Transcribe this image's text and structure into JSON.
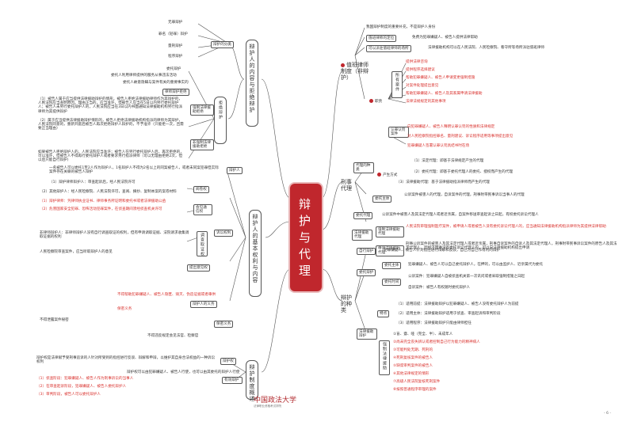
{
  "center_title": "辩护与代理",
  "top_left": {
    "title": "辩护人的内容与拒绝辩护",
    "kinds_label": "辩护的分类",
    "kinds": [
      "无罪辩护",
      "罪名（轻罪）辩护",
      "量刑辩护",
      "程序辩护"
    ],
    "entrust_label": "委托辩护",
    "entrust_items": [
      "委托事项告知",
      "委托人利用律师提供的服务从事违法活动",
      "委托人故意隐瞒与案件有关的重要事实的"
    ],
    "refuse_label": "拒绝辩护",
    "mandatory_label": "律师辩护拒绝",
    "mandatory_text": "（1）被告人属于应当提供法律援助辩护的情形，被告人拒绝法律援助律师作为其辩护的，人民法院应当查明原因。理由正当的，应当准许，但被告人应当在5日以内另行委托辩护人；被告人未另行委托辩护人的，人民法院应当在3日以内书面通知法律援助机构另行指派律师为其提供辩护",
    "mandatory_text2": "（2）属于应当提供法律援助辩护情形的，被告人拒绝法律援助机构指派的律师为其辩护，人民法院同意的，重新开庭后被告人再次拒绝辩护人辩护的，不予准许（只能拒一次，且需要正当理由）",
    "strong_label": "强制法律援助拒绝",
    "non_strong_label": "非强制法律援助拒绝",
    "non_strong_text": "如果被告人拒绝辩护人的，人民法院应当准许；被告人在另行委托辩护人后，再次拒绝的，可以准许，但被告人不得再行委托辩护人或者要求另行指派律师（可以无理由拒绝2次，但以后只能自行辩护）"
  },
  "top_right": {
    "title": "值班律师制度（非辩护）",
    "items": [
      {
        "label": "我国辩护制度的重要补充，不是辩护人身份"
      },
      {
        "label": "值班律师的定位",
        "text": "免费为犯罪嫌疑人、被告人提供法律帮助"
      },
      {
        "label": "可以派驻值班律师的场所",
        "text": "法律援助机构可以在人民法院、人民检察院、看守所等场所派驻值班律师"
      }
    ],
    "duties_label": "职责",
    "duties_sub": "所有案件",
    "duties": [
      "提供法律咨询",
      "提供程序选择建议",
      "帮助犯罪嫌疑人、被告人申请变更强制措施",
      "对案件处理提出意见",
      "帮助犯罪嫌疑人、被告人及其家属申请法律援助",
      "法律法规规定的其他事项"
    ],
    "plea_label": "认罪认罚案件",
    "plea": [
      "向犯罪嫌疑人、被告人释明认罪认罚的性质和法律规定",
      "对人民检察院指控罪名、量刑建议、诉讼程序适用等事项提出意见",
      "犯罪嫌疑人签署认罪认罚具结书时在场"
    ]
  },
  "mid_left": {
    "title": "辩护人的基本权利与内容",
    "defender_label": "辩护人",
    "defender_text": "一名被告人可以委托1至2人作为辩护人，1名辩护人不得为2名以上的同案被告人，或者未同案犯罪但实际案件存在关联的被告人辩护",
    "read_label": "阅卷权",
    "read_items": [
      "（1）辩护律师辩护人：审查起诉后，经人民法院许可",
      "（2）其他辩护人：经人民检察院、人民法院许可，查阅、摘抄、复制本案的案卷材料"
    ],
    "meet_label": "会见通信权",
    "meet_items": [
      "（1）辩护律师：凭律师执业证书、律师事务所证明和委托书或者法律援助公函",
      "（2）危害国家安全犯罪、恐怖活动犯罪案件，在侦查期间须经侦查机关许可"
    ],
    "investigate_label": "调查取证权",
    "investigate_text": "非律师辩护人：非律师辩护人没有自行调查取证的权利，但有申请调取证据、法院请求收集调取证据的权利",
    "opinion_label": "提出意见权",
    "opinion_text": "人民检察院审查案件，应当听取辩护人的意见",
    "litigation_label": "诉讼权利",
    "duty_label": "辩护人的义务",
    "duty_items": [
      "不得帮助犯罪嫌疑人、被告人隐匿、毁灭、伪造证据或者串供",
      "保密义务"
    ],
    "confidential_label": "保密义务",
    "confidential_items": [
      "不得泄露案件秘密",
      "不得违反规定会见法官、检察官"
    ]
  },
  "bottom_left": {
    "title": "辩护制度概述",
    "defense_label": "辩护权",
    "defense_text": "辩护权是法律赋予受刑事追诉的人针对所受到的指控进行反驳、辩解和申辩，以维护其自身合法权益的一种诉讼权利",
    "help_label": "帮助权",
    "help_text": "辩护权可以由犯罪嫌疑人、被告人行使，也可以由其委托的辩护人行使",
    "assist_label": "有效辩护",
    "assist_items": [
      "（1）侦查阶段：犯罪嫌疑人、被告人作为刑事诉讼的当事人",
      "（2）在审查起诉阶段，犯罪嫌疑人、被告人委托辩护人",
      "（3）审判阶段，被告人可以委托辩护人"
    ]
  },
  "right_mid": {
    "title": "刑事代理",
    "kinds_label": "代理的种类",
    "kinds": [
      "（1）法定代理：即基于法律规定产生的代理",
      "（2）委托代理：即基于委托代理人的委托、授权而产生的代理",
      "（3）法律援助代理：基于法律援助指派律师而产生的代理"
    ],
    "victim_label": "委托主体",
    "victim_text": "公诉案件被害人的代理，自诉案件的代理，刑事附带民事诉讼当事人的代理",
    "appeal_label": "委托代理",
    "appeal_text": "公诉案件中被害人及其法定代理人或者近亲属，自案件移送审查起诉之日起，有权委托诉讼代理人",
    "aid_label": "法律援助代理",
    "aid_sub": "强制法律援助代理",
    "aid_text": "人民法院审理强制医疗案件，被申请人或者被告人没有委托诉讼代理人的，应当通知法律援助机构指派律师为其提供法律帮助",
    "apply_label": "申请法律援助代理",
    "apply_text": "刑事公诉案件的被害人及其法定代理人或者近亲属，刑事自诉案件的自诉人及其法定代理人，刑事附带民事诉讼案件的原告人及其法定代理人，因经济困难没有委托诉讼代理人的，可以向法律援助机构提出申请"
  },
  "right_bottom": {
    "title": "辩护的种类",
    "self_label": "自行辩护",
    "self_text": "犯罪嫌疑人、被告人针对指控进行辩解和反驳，自己为自己作有利的辩护",
    "entrust_label": "委托辩护",
    "entrust_subject_label": "委托主体",
    "entrust_subject_text": "犯罪嫌疑人、被告人可以自己委托辩护人，在押的，可以由监护人、近亲属代为委托",
    "entrust_time_label": "委托时间",
    "entrust_time_items": [
      "公诉案件：犯罪嫌疑人自被侦查机关第一次讯问或者采取强制措施之日起",
      "自诉案件：被告人有权随时委托辩护人"
    ],
    "aid_label": "法律援助辩护",
    "aid_feature_label": "特点",
    "aid_features": [
      "（1）适用前提：法律援助辩护以犯罪嫌疑人、被告人没有委托辩护人为前提",
      "（2）适用主体：法律援助辩护适用于侦查、审查起诉和审判阶段",
      "（3）适用程序：法律援助辩护只能由律师担任"
    ],
    "mandatory_label": "强制法律援助",
    "mandatory_items": [
      "①盲、聋、哑（完全、半）、未成年人",
      "②尚未完全丧失辨认或者控制自己行为能力的精神病人",
      "③可能判处无期、死刑的",
      "④死刑复核案件的被告人",
      "⑤缺席审判案件的被告人",
      "⑥其他法律规定的情形",
      "⑦高级人民法院复核死刑案件",
      "⑧按照普通程序审理的案件"
    ]
  },
  "footer": {
    "school": "中国政法大学",
    "sub": "法律职业资格考试学院",
    "page": "- 6 -"
  }
}
